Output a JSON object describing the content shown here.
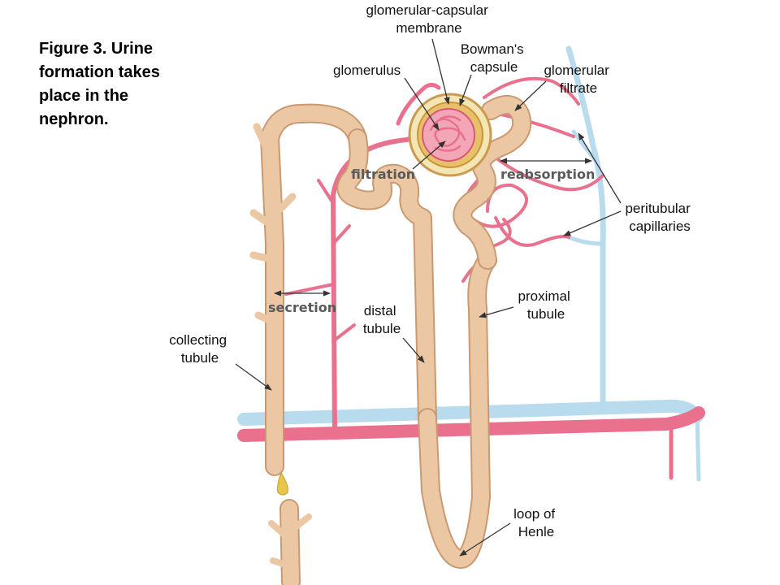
{
  "caption": "Figure 3. Urine formation takes place in the nephron.",
  "labels": {
    "membrane_line1": "glomerular-capsular",
    "membrane_line2": "membrane",
    "bowman_line1": "Bowman's",
    "bowman_line2": "capsule",
    "glomerulus": "glomerulus",
    "filtrate_line1": "glomerular",
    "filtrate_line2": "filtrate",
    "filtration": "filtration",
    "reabsorption": "reabsorption",
    "peritubular_line1": "peritubular",
    "peritubular_line2": "capillaries",
    "secretion": "secretion",
    "distal_line1": "distal",
    "distal_line2": "tubule",
    "proximal_line1": "proximal",
    "proximal_line2": "tubule",
    "collecting_line1": "collecting",
    "collecting_line2": "tubule",
    "loop_line1": "loop of",
    "loop_line2": "Henle"
  },
  "colors": {
    "tubule": "#ecc7a3",
    "artery": "#e9718e",
    "vein": "#b8dced",
    "capsule": "#e8c06a"
  }
}
